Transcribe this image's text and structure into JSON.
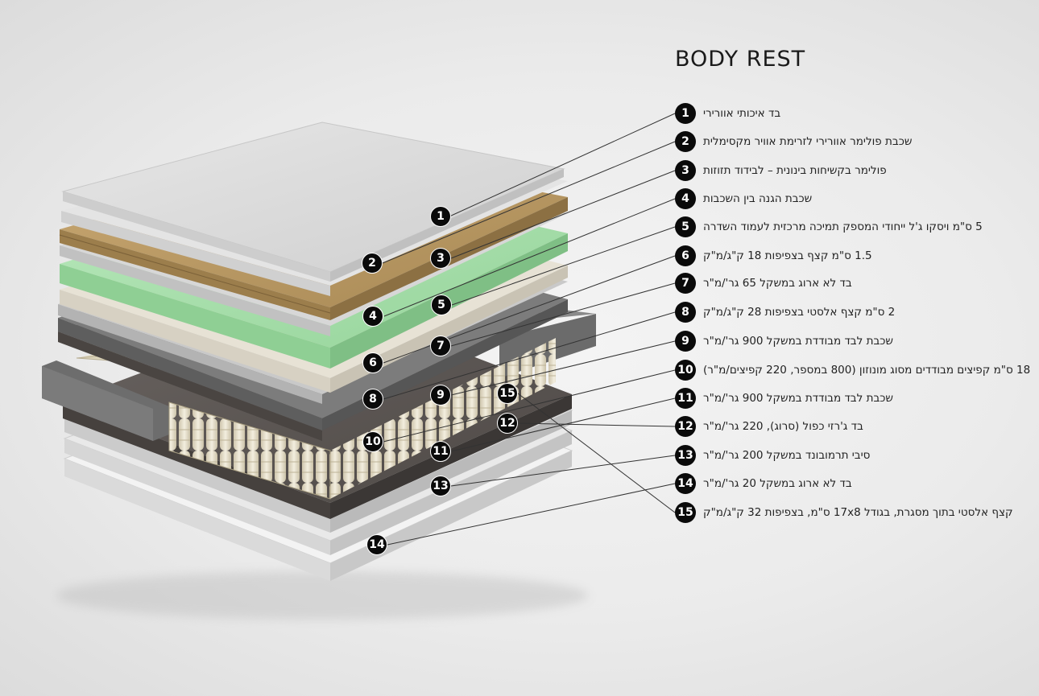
{
  "title": "BODY REST",
  "layers": [
    {
      "num": "1",
      "label": "בד איכותי אוורירי"
    },
    {
      "num": "2",
      "label": "שכבת פולימר אוורירי לזרימת אוויר מקסימלית"
    },
    {
      "num": "3",
      "label": "פולימר בקשיחות בינונית – לבידוד תזוזות"
    },
    {
      "num": "4",
      "label": "שכבת הגנה בין השכבות"
    },
    {
      "num": "5",
      "label": "5 ס\"מ ויסקו ג'ל ייחודי המספק תמיכה מרכזית לעמוד השדרה"
    },
    {
      "num": "6",
      "label": "1.5 ס\"מ קצף בצפיפות 18 ק\"ג/מ\"ק"
    },
    {
      "num": "7",
      "label": "בד לא ארוג במשקל 65 גר'/מ\"ר"
    },
    {
      "num": "8",
      "label": "2 ס\"מ קצף אלסטי בצפיפות 28 ק\"ג/מ\"ק"
    },
    {
      "num": "9",
      "label": "שכבת לבד מבודדת במשקל 900 גר'/מ\"ר"
    },
    {
      "num": "10",
      "label": "18 ס\"מ קפיצים מבודדים מסוג מונוזון (800 במספר, 220 קפיצים/מ\"ר)"
    },
    {
      "num": "11",
      "label": "שכבת לבד מבודדת במשקל 900 גר'/מ\"ר"
    },
    {
      "num": "12",
      "label": "בד ג'רזי כפול (סרוג), 220 גר'/מ\"ר"
    },
    {
      "num": "13",
      "label": "סיבי תרמובונד במשקל 200 גר'/מ\"ר"
    },
    {
      "num": "14",
      "label": "בד לא ארוג במשקל 20 גר'/מ\"ר"
    },
    {
      "num": "15",
      "label": "קצף אלסטי בתוך מסגרת, בגודל 17x8 ס\"מ, בצפיפות 32 ק\"ג/מ\"ק"
    }
  ],
  "colors": {
    "badge": "#0a0a0a",
    "fabric": "#dcdcdc",
    "polymer_tan": "#b99a64",
    "visco_gel": "#a6dcaa",
    "foam_gray": "#7a7a7a",
    "felt": "#5d5753",
    "springs": "#e8e1cc",
    "frame": "#6b6b6b"
  }
}
